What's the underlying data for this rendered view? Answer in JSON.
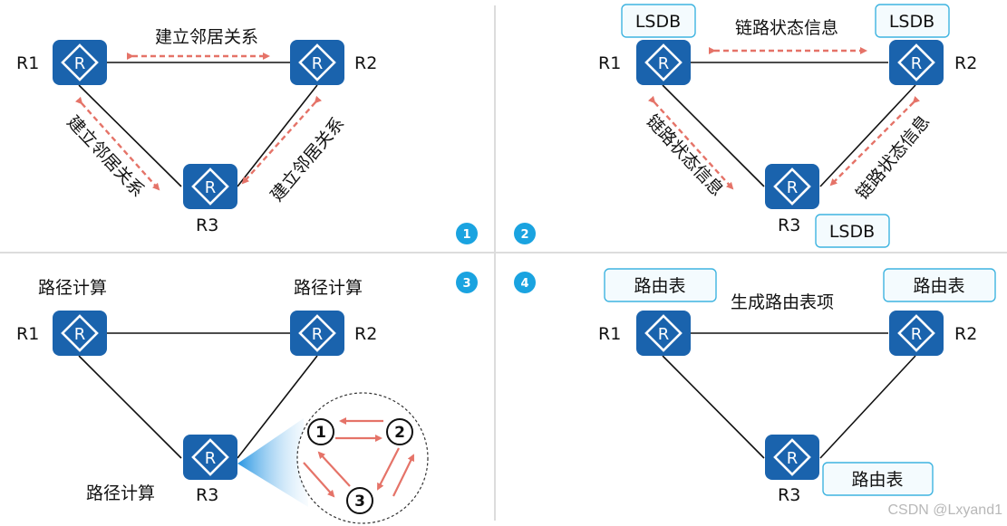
{
  "colors": {
    "router": "#1a63ad",
    "arrow": "#e57368",
    "badge": "#1aa3e0",
    "box_border": "#3fb4e0",
    "box_fill": "#f4fbfe",
    "divider": "#dcdcdc",
    "line": "#111111"
  },
  "routers": {
    "r1": "R1",
    "r2": "R2",
    "r3": "R3",
    "icon_glyph": "R"
  },
  "panel1": {
    "badge": "1",
    "top_label": "建立邻居关系",
    "left_label": "建立邻居关系",
    "right_label": "建立邻居关系"
  },
  "panel2": {
    "badge": "2",
    "top_label": "链路状态信息",
    "left_label": "链路状态信息",
    "right_label": "链路状态信息",
    "lsdb_r1": "LSDB",
    "lsdb_r2": "LSDB",
    "lsdb_r3": "LSDB"
  },
  "panel3": {
    "badge": "3",
    "r1_label": "路径计算",
    "r2_label": "路径计算",
    "r3_label": "路径计算",
    "zoom_nodes": [
      "1",
      "2",
      "3"
    ]
  },
  "panel4": {
    "badge": "4",
    "top_label": "生成路由表项",
    "table_r1": "路由表",
    "table_r2": "路由表",
    "table_r3": "路由表"
  },
  "watermark": "CSDN @Lxyand1"
}
